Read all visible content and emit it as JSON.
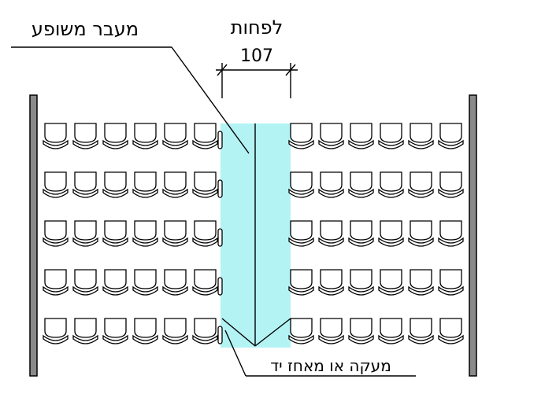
{
  "labels": {
    "aisle_label": "מעבר משופע",
    "min_label": "לפחות",
    "width_value": "107",
    "handrail_label": "מעקה או מאחז יד"
  },
  "colors": {
    "aisle_fill": "#b3f3f4",
    "wall_fill": "#8a8a8a",
    "line": "#000000"
  },
  "layout_counts": {
    "rows": 5,
    "seats_per_side": 6
  }
}
